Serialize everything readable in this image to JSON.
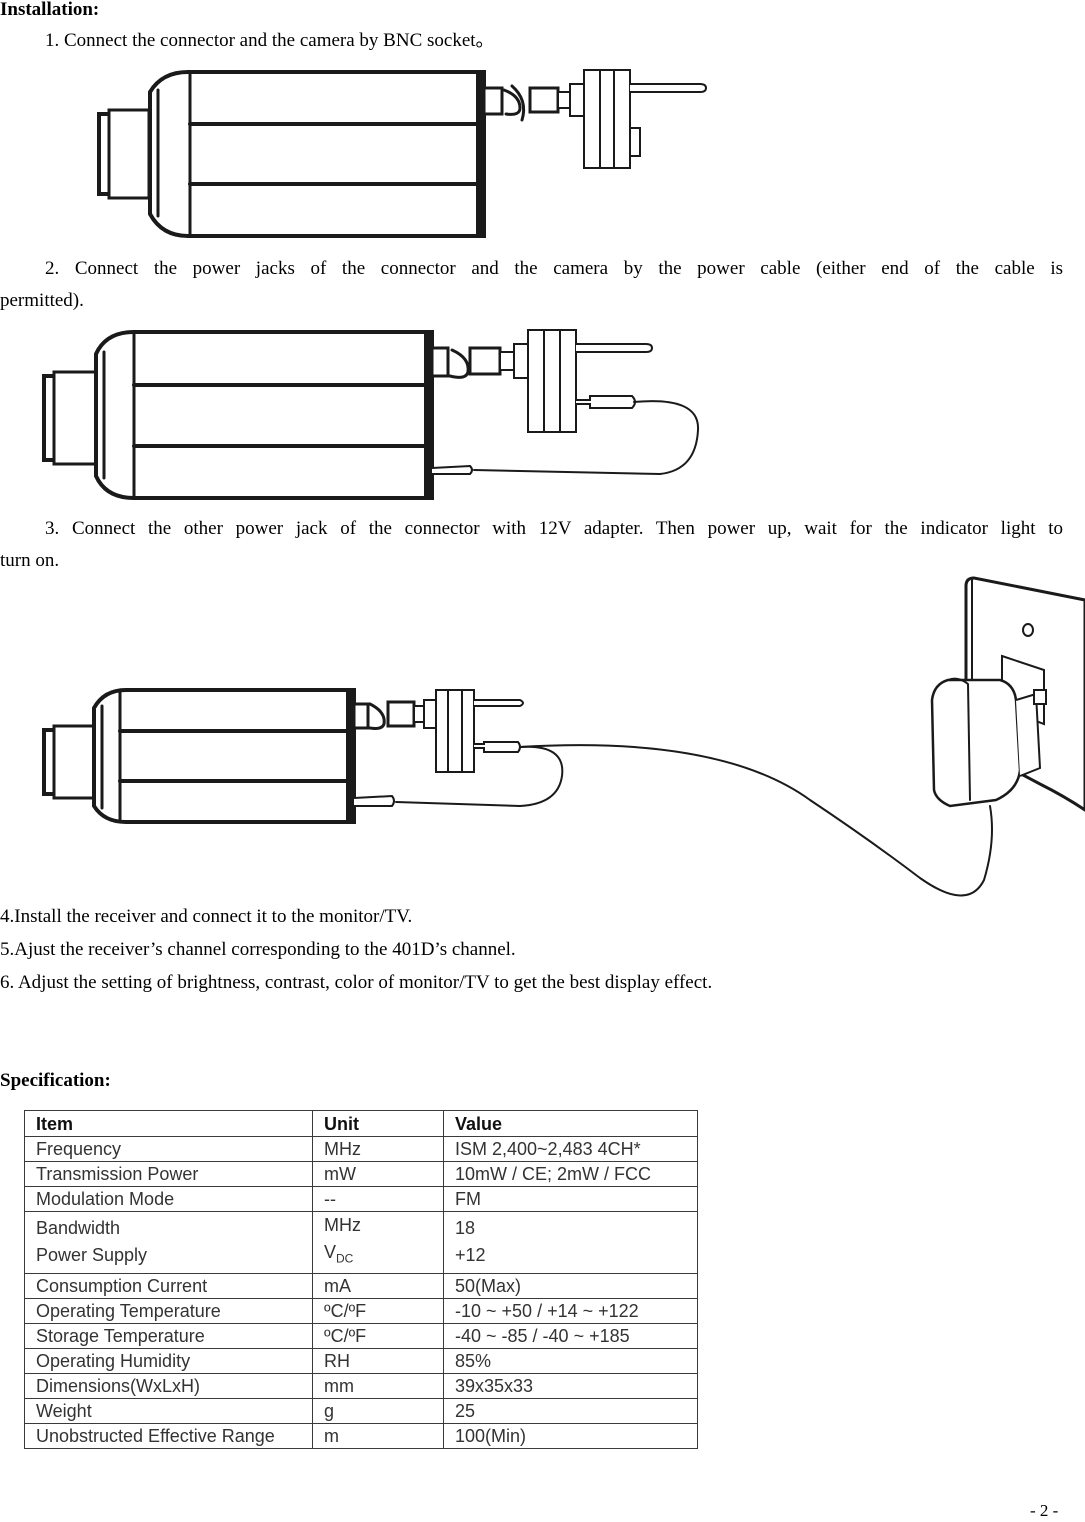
{
  "installation": {
    "heading": "Installation:",
    "step1": "1. Connect the connector and the camera by BNC socket。",
    "step2_line1": "2. Connect the power jacks of the connector and the camera by the power cable (either end of the cable is",
    "step2_line2": "permitted).",
    "step3_line1": "3. Connect the other power jack of the connector with 12V adapter. Then power up, wait for the indicator light to",
    "step3_line2": "turn on.",
    "step4": "4.Install the receiver and connect it to the monitor/TV.",
    "step5": "5.Ajust the receiver’s channel corresponding to the 401D’s channel.",
    "step6": "6. Adjust the setting of brightness, contrast, color of monitor/TV to get the best display effect."
  },
  "specification": {
    "heading": "Specification:",
    "columns": [
      "Item",
      "Unit",
      "Value"
    ],
    "rows": [
      {
        "item": "Frequency",
        "unit": "MHz",
        "value": "ISM 2,400~2,483  4CH*"
      },
      {
        "item": "Transmission Power",
        "unit": "mW",
        "value": "10mW / CE; 2mW / FCC"
      },
      {
        "item": "Modulation Mode",
        "unit": "--",
        "value": "FM"
      },
      {
        "item": "Bandwidth",
        "item2": "Power Supply",
        "unit": "MHz",
        "unit2": "V",
        "unit2_sub": "DC",
        "value": "18",
        "value2": "+12"
      },
      {
        "item": "Consumption Current",
        "unit": "mA",
        "value": "50(Max)"
      },
      {
        "item": "Operating Temperature",
        "unit": "ºC/ºF",
        "value": "-10 ~ +50 / +14 ~ +122"
      },
      {
        "item": "Storage Temperature",
        "unit": "ºC/ºF",
        "value": "-40 ~ -85 / -40 ~ +185"
      },
      {
        "item": "Operating Humidity",
        "unit": "RH",
        "value": "85%"
      },
      {
        "item": "Dimensions(WxLxH)",
        "unit": "mm",
        "value": "39x35x33"
      },
      {
        "item": "Weight",
        "unit": "g",
        "value": "25"
      },
      {
        "item": "Unobstructed Effective Range",
        "unit": "m",
        "value": "100(Min)"
      }
    ]
  },
  "footer": {
    "page_number": "- 2 -"
  }
}
